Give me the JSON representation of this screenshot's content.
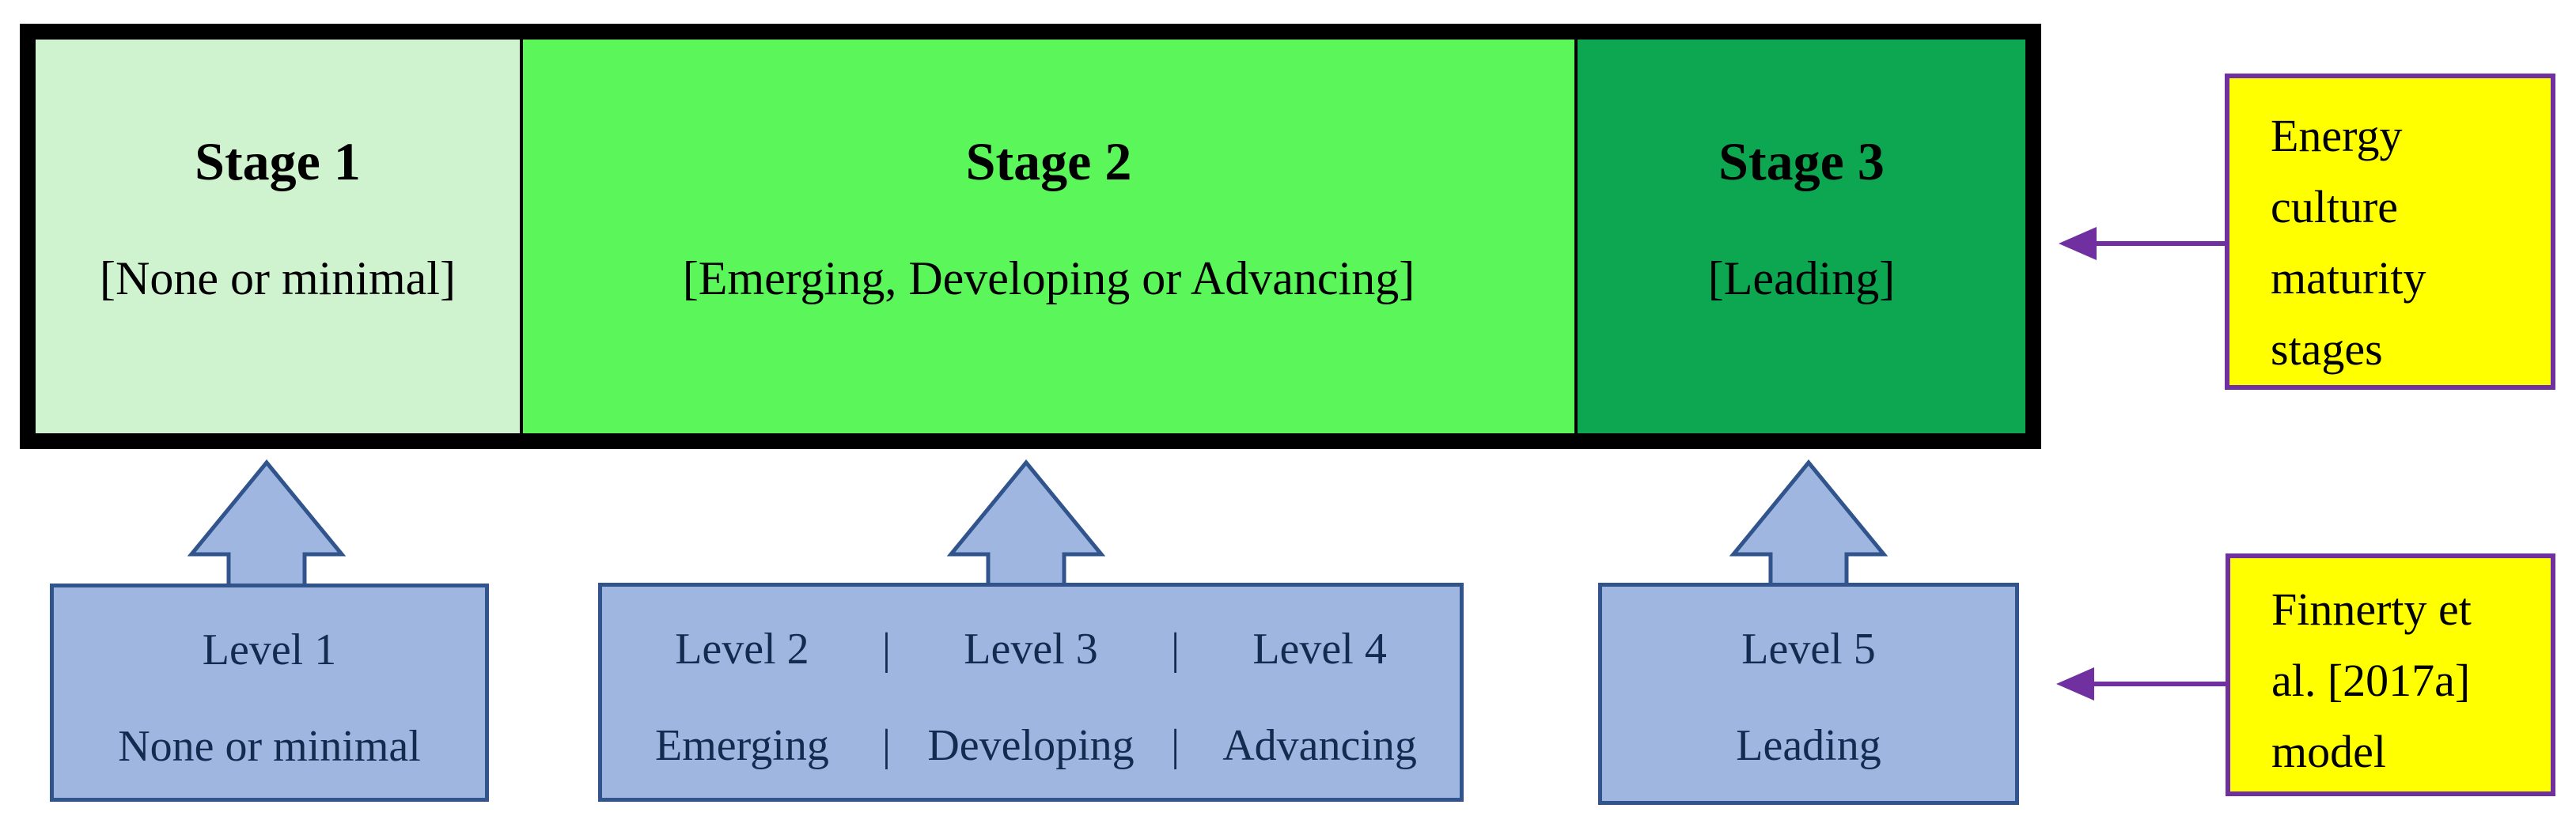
{
  "stage_bar": {
    "stages": [
      {
        "title": "Stage 1",
        "subtitle": "[None or minimal]",
        "fill": "#cff3cf"
      },
      {
        "title": "Stage 2",
        "subtitle": "[Emerging, Developing or Advancing]",
        "fill": "#5af65a"
      },
      {
        "title": "Stage 3",
        "subtitle": "[Leading]",
        "fill": "#0ea751"
      }
    ]
  },
  "levels": [
    {
      "lines": [
        "Level 1",
        "None or minimal"
      ]
    },
    {
      "separator": "|",
      "row1": [
        "Level 2",
        "Level 3",
        "Level 4"
      ],
      "row2": [
        "Emerging",
        "Developing",
        "Advancing"
      ]
    },
    {
      "lines": [
        "Level 5",
        "Leading"
      ]
    }
  ],
  "annotations": [
    {
      "text": "Energy culture maturity stages",
      "lines": [
        "Energy",
        "culture",
        "maturity",
        "stages"
      ]
    },
    {
      "text": "Finnerty et al. [2017a] model",
      "lines": [
        "Finnerty et",
        "al. [2017a]",
        "model"
      ]
    }
  ],
  "colors": {
    "stage1_fill": "#cff3cf",
    "stage2_fill": "#5af65a",
    "stage3_fill": "#0ea751",
    "bar_border": "#000000",
    "level_fill": "#9fb7e0",
    "level_border": "#31548c",
    "level_text": "#142b50",
    "annotation_fill": "#ffff00",
    "annotation_border": "#7030a0",
    "pointer_arrow": "#7030a0"
  }
}
